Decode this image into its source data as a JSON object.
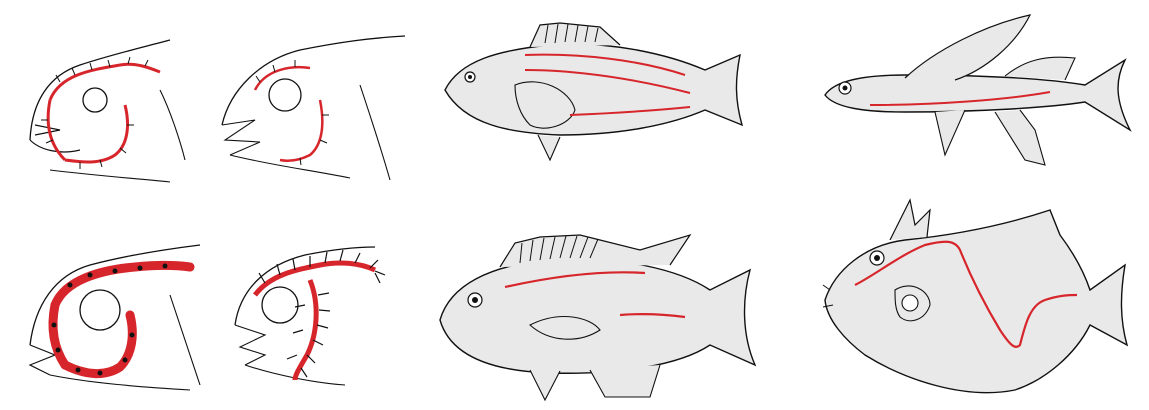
{
  "figure": {
    "description_visible_text": "",
    "colors": {
      "outline": "#111111",
      "lateral_line": "#d7262b",
      "body_fill": "#e9e9e9",
      "background": "#ffffff"
    },
    "panels": [
      {
        "id": "head-canal-narrow",
        "row": 1,
        "col": 1,
        "icon": "fish-head-icon"
      },
      {
        "id": "head-canal-branched-sparse",
        "row": 1,
        "col": 2,
        "icon": "fish-head-icon"
      },
      {
        "id": "fish-multiple-lateral-lines",
        "row": 1,
        "col": 3,
        "icon": "fish-icon"
      },
      {
        "id": "flying-fish-ventral-line",
        "row": 1,
        "col": 4,
        "icon": "flying-fish-icon"
      },
      {
        "id": "head-canal-widened",
        "row": 2,
        "col": 1,
        "icon": "fish-head-icon"
      },
      {
        "id": "head-canal-highly-branched",
        "row": 2,
        "col": 2,
        "icon": "fish-head-icon"
      },
      {
        "id": "cichlid-interrupted-line",
        "row": 2,
        "col": 3,
        "icon": "fish-icon"
      },
      {
        "id": "triggerfish-curved-line",
        "row": 2,
        "col": 4,
        "icon": "triggerfish-icon"
      }
    ]
  }
}
